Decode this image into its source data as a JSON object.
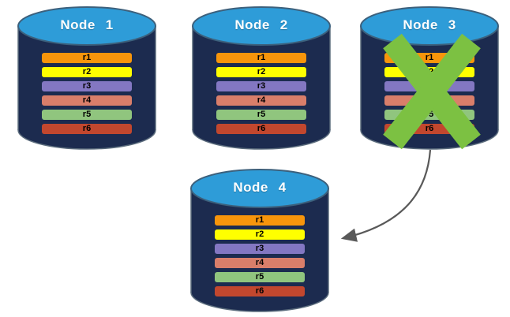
{
  "diagram": {
    "kind": "database-replication-failover-diagram",
    "background_color": "#FFFFFF",
    "colors": {
      "cylinder_body": "#1C2B4F",
      "cylinder_top": "#2E9CD8",
      "cylinder_outline": "#5A6B7C",
      "cylinder_top_outline": "#3C607C",
      "failure_x": "#7CC142",
      "arrow": "#595959",
      "title_text": "#FFFFFF",
      "row_text": "#000000"
    },
    "nodes": [
      {
        "title": "Node 1",
        "rows": [
          {
            "label": "r1",
            "color": "#F7950B"
          },
          {
            "label": "r2",
            "color": "#FFFF00"
          },
          {
            "label": "r3",
            "color": "#8377C2"
          },
          {
            "label": "r4",
            "color": "#D97E6A"
          },
          {
            "label": "r5",
            "color": "#90C57E"
          },
          {
            "label": "r6",
            "color": "#C2472E"
          }
        ]
      },
      {
        "title": "Node 2",
        "rows": [
          {
            "label": "r1",
            "color": "#F7950B"
          },
          {
            "label": "r2",
            "color": "#FFFF00"
          },
          {
            "label": "r3",
            "color": "#8377C2"
          },
          {
            "label": "r4",
            "color": "#D97E6A"
          },
          {
            "label": "r5",
            "color": "#90C57E"
          },
          {
            "label": "r6",
            "color": "#C2472E"
          }
        ]
      },
      {
        "title": "Node 3",
        "rows": [
          {
            "label": "r1",
            "color": "#F7950B"
          },
          {
            "label": "r2",
            "color": "#FFFF00"
          },
          {
            "label": "r3",
            "color": "#8377C2"
          },
          {
            "label": "r4",
            "color": "#D97E6A"
          },
          {
            "label": "r5",
            "color": "#90C57E"
          },
          {
            "label": "r6",
            "color": "#C2472E"
          }
        ]
      },
      {
        "title": "Node 4",
        "rows": [
          {
            "label": "r1",
            "color": "#F7950B"
          },
          {
            "label": "r2",
            "color": "#FFFF00"
          },
          {
            "label": "r3",
            "color": "#8377C2"
          },
          {
            "label": "r4",
            "color": "#D97E6A"
          },
          {
            "label": "r5",
            "color": "#90C57E"
          },
          {
            "label": "r6",
            "color": "#C2472E"
          }
        ]
      }
    ],
    "annotations": {
      "failure_x_on": "Node 3",
      "arrow_from": "Node 3",
      "arrow_to": "Node 4"
    }
  }
}
